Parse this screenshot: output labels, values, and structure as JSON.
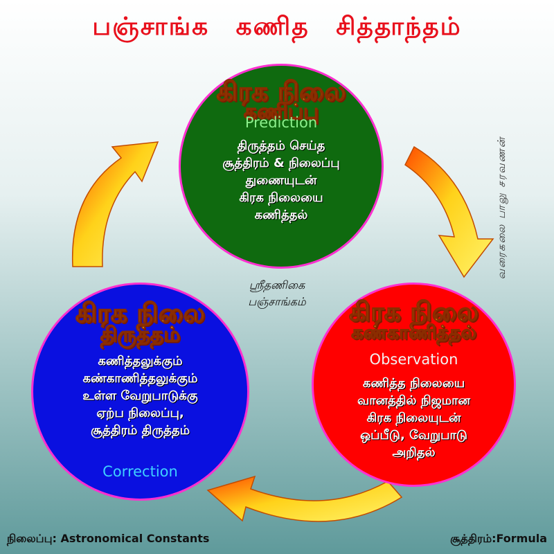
{
  "title": "பஞ்சாங்க கணித சித்தாந்தம்",
  "center_label": {
    "line1": "ஸ்ரீதணிகை",
    "line2": "பஞ்சாங்கம்"
  },
  "side_credit": "வரைகலை பாலு சரவணன்",
  "prediction": {
    "heading_line1": "கிரக நிலை",
    "heading_line2": "கணிப்பு",
    "english": "Prediction",
    "body": [
      "திருத்தம் செய்த",
      "சூத்திரம் & நிலைப்பு",
      "துணையுடன்",
      "கிரக நிலையை",
      "கணித்தல்"
    ]
  },
  "observation": {
    "heading_line1": "கிரக நிலை",
    "heading_line2": "கண்காணித்தல்",
    "english": "Observation",
    "body": [
      "கணித்த நிலையை",
      "வானத்தில் நிஜமான",
      "கிரக நிலையுடன்",
      "ஒப்பீடு, வேறுபாடு",
      "அறிதல்"
    ]
  },
  "correction": {
    "heading_line1": "கிரக நிலை",
    "heading_line2": "திருத்தம்",
    "english": "Correction",
    "body": [
      "கணித்தலுக்கும்",
      "கண்காணித்தலுக்கும்",
      "உள்ள வேறுபாடுக்கு",
      "ஏற்ப நிலைப்பு,",
      "சூத்திரம் திருத்தம்"
    ]
  },
  "footer": {
    "left": "நிலைப்பு: Astronomical Constants",
    "right": "சூத்திரம்:Formula"
  },
  "colors": {
    "title": "#e8101c",
    "prediction_bg": "#0f6a0f",
    "observation_bg": "#ff0000",
    "correction_bg": "#0a10e0",
    "circle_border": "#ff2fd0",
    "heading_fill": "#ffd21a",
    "arrow_fill": "#ffb000",
    "prediction_en": "#8cf08c",
    "observation_en": "#f2f2f2",
    "correction_en": "#3fd0ff"
  }
}
